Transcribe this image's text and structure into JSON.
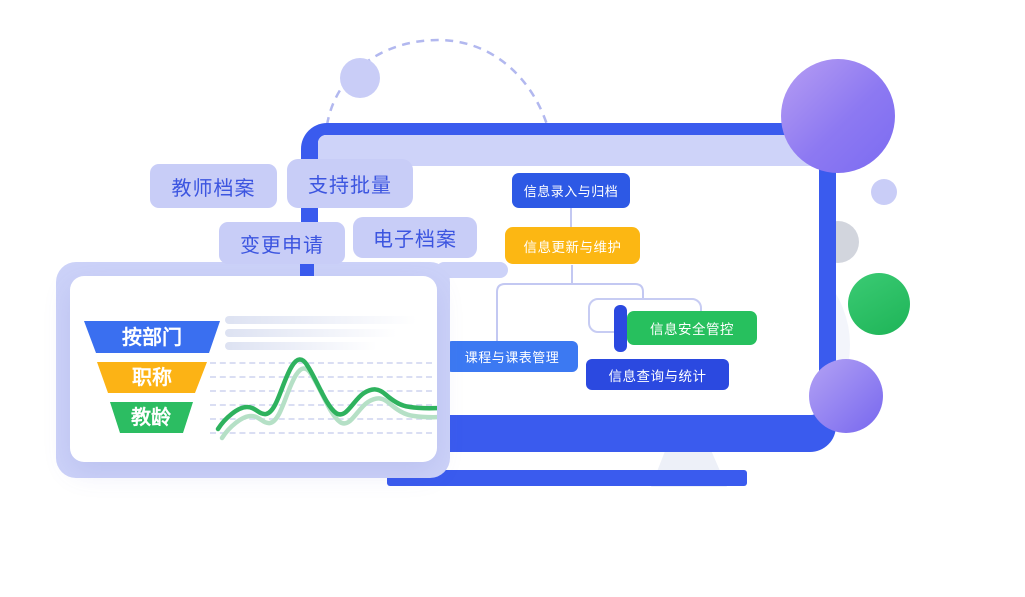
{
  "illustration": {
    "pills": [
      {
        "label": "教师档案"
      },
      {
        "label": "支持批量"
      },
      {
        "label": "变更申请"
      },
      {
        "label": "电子档案"
      }
    ],
    "flow": {
      "nodes": [
        {
          "id": "entry",
          "label": "信息录入与归档",
          "color": "#2d59e5"
        },
        {
          "id": "update",
          "label": "信息更新与维护",
          "color": "#fcb713"
        },
        {
          "id": "course",
          "label": "课程与课表管理",
          "color": "#3c79f2"
        },
        {
          "id": "security",
          "label": "信息安全管控",
          "color": "#27c05e"
        },
        {
          "id": "query",
          "label": "信息查询与统计",
          "color": "#2b49e0"
        }
      ]
    },
    "card": {
      "funnel_segments": [
        {
          "label": "按部门",
          "color": "#3a6ff0"
        },
        {
          "label": "职称",
          "color": "#fcb315"
        },
        {
          "label": "教龄",
          "color": "#2cbd62"
        }
      ],
      "sparkline": {
        "primary_color": "#2eb25e",
        "secondary_color": "#b5e0c6"
      }
    },
    "colors": {
      "monitor_frame": "#3a5bee",
      "screen_topbar": "#ced3f9",
      "pill_bg": "#c8cdf7",
      "pill_text": "#3c55e0",
      "card_frame": "#ccd2f8",
      "connector": "#c3c8f2",
      "ring": "#f3f5fb",
      "purple_gradient": [
        "#b79ef3",
        "#7b6bf1"
      ],
      "green_circle": [
        "#3bcb74",
        "#1eb457"
      ]
    }
  }
}
